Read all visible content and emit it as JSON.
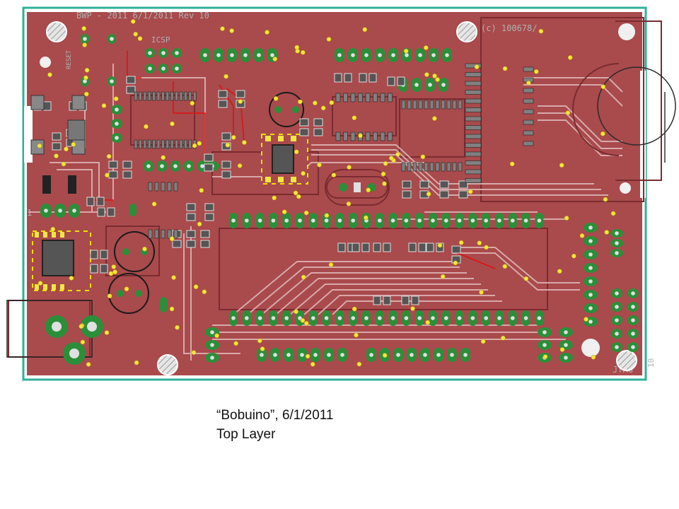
{
  "board": {
    "header_text": "BWP - 2011    6/1/2011 Rev 10",
    "copyright_text": "(c) 100678/",
    "labels": {
      "icsp": "ICSP",
      "jtag": "JTAG",
      "jtag_pin": "10",
      "pin_1": "1",
      "reset": "RESET"
    },
    "colors": {
      "copper": "#a94a4c",
      "copper_dark": "#7a2c30",
      "trace": "#d8a9a9",
      "pad": "#2b8f3a",
      "pad_center": "#e0e0e0",
      "via": "#f2e642",
      "smd_pad": "#808080",
      "outline": "#2fb09a"
    },
    "icons": [
      "mounting-hole-icon",
      "crystal-icon",
      "sd-socket-icon",
      "power-jack-icon"
    ]
  },
  "caption": {
    "line1": "“Bobuino”, 6/1/2011",
    "line2": "Top Layer"
  }
}
